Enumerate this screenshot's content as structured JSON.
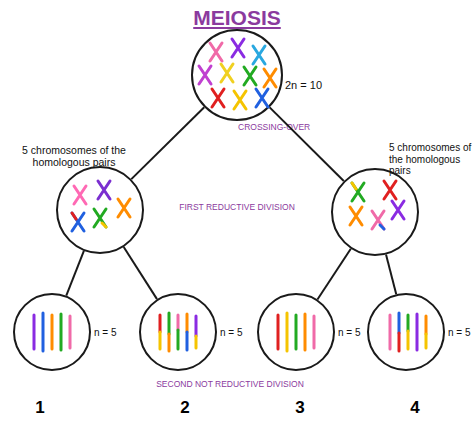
{
  "diagram": {
    "title": "MEIOSIS",
    "nodes": [
      {
        "text": [
          "2n = 10"
        ]
      },
      {
        "text": [
          "5 chromosomes of the homologous pairs"
        ]
      },
      {
        "text": [
          "5 chromosomes of the homologous pairs"
        ]
      },
      {
        "text": [
          "n = 5"
        ]
      },
      {
        "text": [
          "n = 5"
        ]
      },
      {
        "text": [
          "n = 5"
        ]
      },
      {
        "text": [
          "n = 5"
        ]
      }
    ],
    "edges": [
      {
        "from": 0,
        "to": 1,
        "arrow": "none"
      },
      {
        "from": 0,
        "to": 2,
        "arrow": "none"
      },
      {
        "from": 1,
        "to": 3,
        "arrow": "none"
      },
      {
        "from": 1,
        "to": 4,
        "arrow": "none"
      },
      {
        "from": 2,
        "to": 5,
        "arrow": "none"
      },
      {
        "from": 2,
        "to": 6,
        "arrow": "none"
      }
    ],
    "labels": [
      "CROSSING-OVER",
      "FIRST REDUCTIVE DIVISION",
      "SECOND NOT REDUCTIVE DIVISION",
      "1",
      "2",
      "3",
      "4"
    ]
  }
}
